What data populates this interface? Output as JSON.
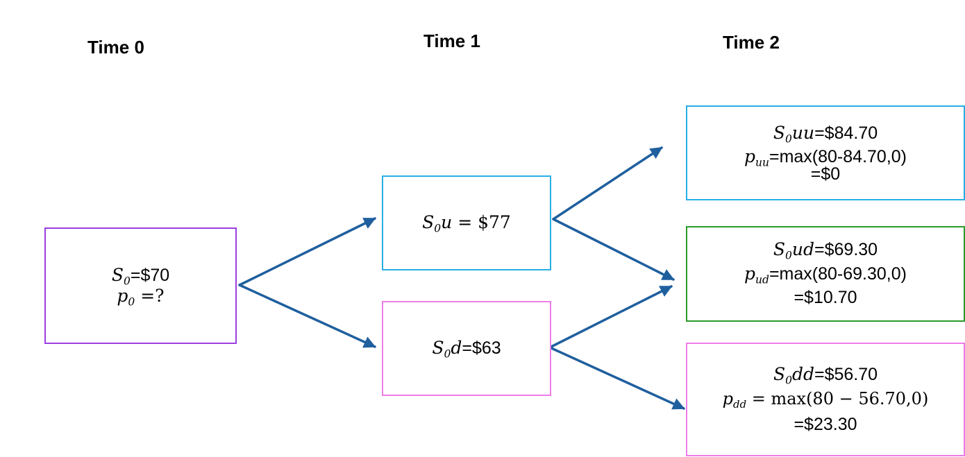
{
  "time_labels": [
    "Time 0",
    "Time 1",
    "Time 2"
  ],
  "colors": {
    "arrow": "#1f5f9e",
    "node_t0": "#9b3fe0",
    "node_up": "#27aee6",
    "node_down": "#ee7de8",
    "node_uu": "#27aee6",
    "node_ud": "#2a9a2a",
    "node_dd": "#ee7de8"
  },
  "nodes": {
    "t0": {
      "stock_sym": "S",
      "stock_sub": "0",
      "stock_eq": "=$70",
      "put_sym": "p",
      "put_sub": "0",
      "put_eq": " =?"
    },
    "up": {
      "stock_sym": "S",
      "stock_sub": "0",
      "stock_var": "u",
      "stock_eq": " = $77"
    },
    "down": {
      "stock_sym": "S",
      "stock_sub": "0",
      "stock_var": "d",
      "stock_eq": "=$63"
    },
    "uu": {
      "stock_sym": "S",
      "stock_sub": "0",
      "stock_var": "uu",
      "stock_eq": "=$84.70",
      "put_sym": "p",
      "put_sub": "uu",
      "put_eq": "=max(80-84.70,0)",
      "result": "=$0"
    },
    "ud": {
      "stock_sym": "S",
      "stock_sub": "0",
      "stock_var": "ud",
      "stock_eq": "=$69.30",
      "put_sym": "p",
      "put_sub": "ud",
      "put_eq": "=max(80-69.30,0)",
      "result": "=$10.70"
    },
    "dd": {
      "stock_sym": "S",
      "stock_sub": "0",
      "stock_var": "dd",
      "stock_eq": "=$56.70",
      "put_sym": "p",
      "put_sub": "dd",
      "put_eq": " = max(80 − 56.70,0)",
      "result": "=$23.30"
    }
  }
}
